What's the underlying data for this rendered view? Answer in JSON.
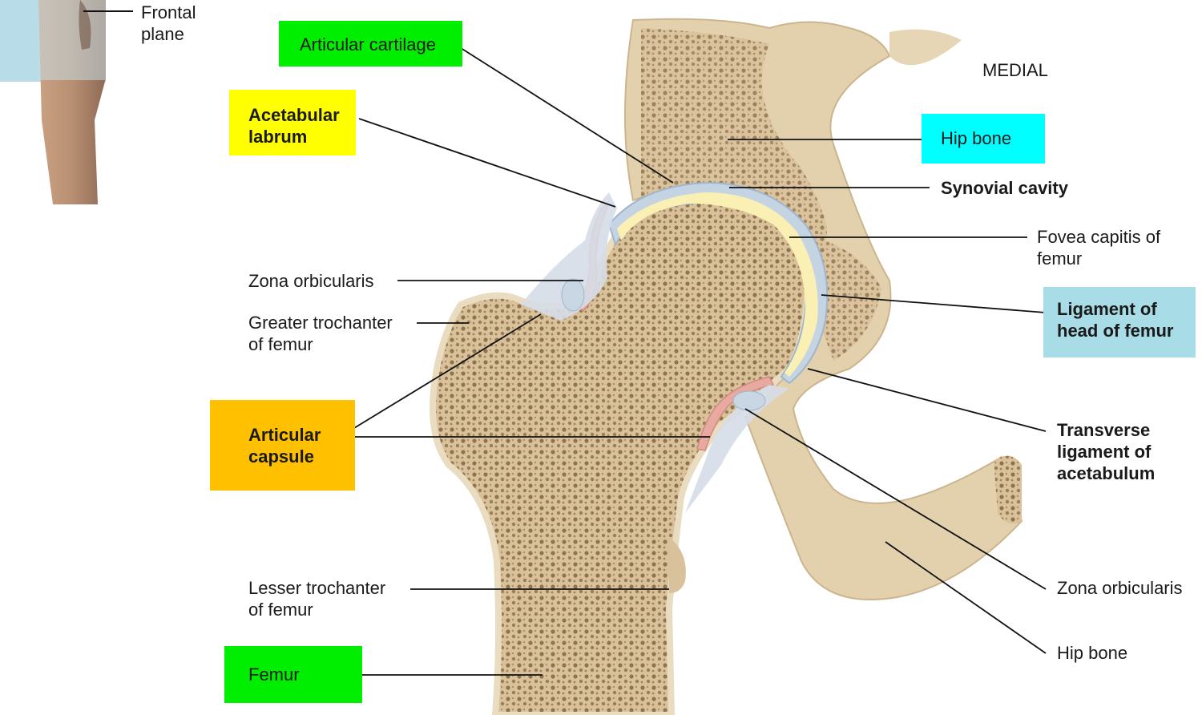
{
  "thumbnail": {
    "plane_label": "Frontal\nplane"
  },
  "orientation": "MEDIAL",
  "colors": {
    "green": "#00ee00",
    "yellow": "#ffff00",
    "cyan": "#00ffff",
    "light_blue": "#a8dce6",
    "orange": "#ffc000",
    "bone": "#e3d1ad",
    "cartilage": "#c5d4e3",
    "synovial": "#fbf0b4"
  },
  "labels": {
    "articular_cartilage": "Articular cartilage",
    "acetabular_labrum": "Acetabular\nlabrum",
    "zona_orbicularis_left": "Zona orbicularis",
    "greater_trochanter": "Greater trochanter\nof femur",
    "articular_capsule": "Articular\ncapsule",
    "lesser_trochanter": "Lesser trochanter\nof femur",
    "femur": "Femur",
    "hip_bone_top": "Hip bone",
    "synovial_cavity": "Synovial cavity",
    "fovea_capitis": "Fovea capitis of\nfemur",
    "ligament_head": "Ligament of\nhead of femur",
    "transverse_ligament": "Transverse\nligament of\nacetabulum",
    "zona_orbicularis_right": "Zona orbicularis",
    "hip_bone_bottom": "Hip bone"
  }
}
